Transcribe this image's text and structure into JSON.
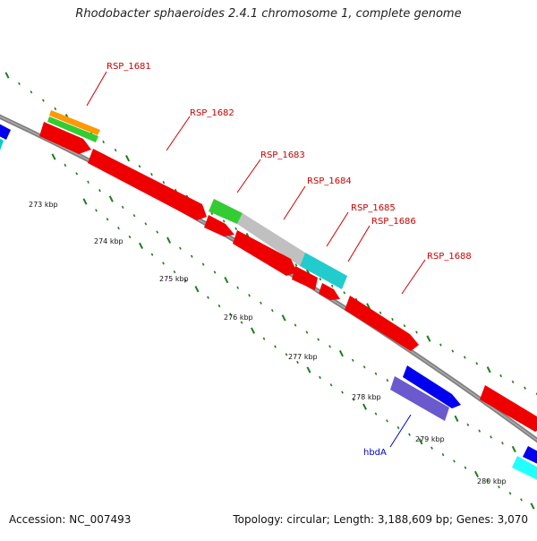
{
  "title": "Rhodobacter sphaeroides 2.4.1 chromosome 1, complete genome",
  "footer": {
    "accession": "Accession: NC_007493",
    "summary": "Topology: circular; Length: 3,188,609 bp; Genes: 3,070"
  },
  "colors": {
    "backbone": "#808080",
    "tick": "#1e7d1e",
    "gene_label": "#cc0000",
    "gene_label_alt": "#0000cc"
  },
  "kbp_labels": [
    "273 kbp",
    "274 kbp",
    "275 kbp",
    "276 kbp",
    "277 kbp",
    "278 kbp",
    "279 kbp",
    "280 kbp"
  ],
  "gene_labels": [
    {
      "text": "RSP_1681",
      "color": "#cc0000"
    },
    {
      "text": "RSP_1682",
      "color": "#cc0000"
    },
    {
      "text": "RSP_1683",
      "color": "#cc0000"
    },
    {
      "text": "RSP_1684",
      "color": "#cc0000"
    },
    {
      "text": "RSP_1685",
      "color": "#cc0000"
    },
    {
      "text": "RSP_1686",
      "color": "#cc0000"
    },
    {
      "text": "RSP_1688",
      "color": "#cc0000"
    },
    {
      "text": "hbdA",
      "color": "#0000cc"
    }
  ]
}
